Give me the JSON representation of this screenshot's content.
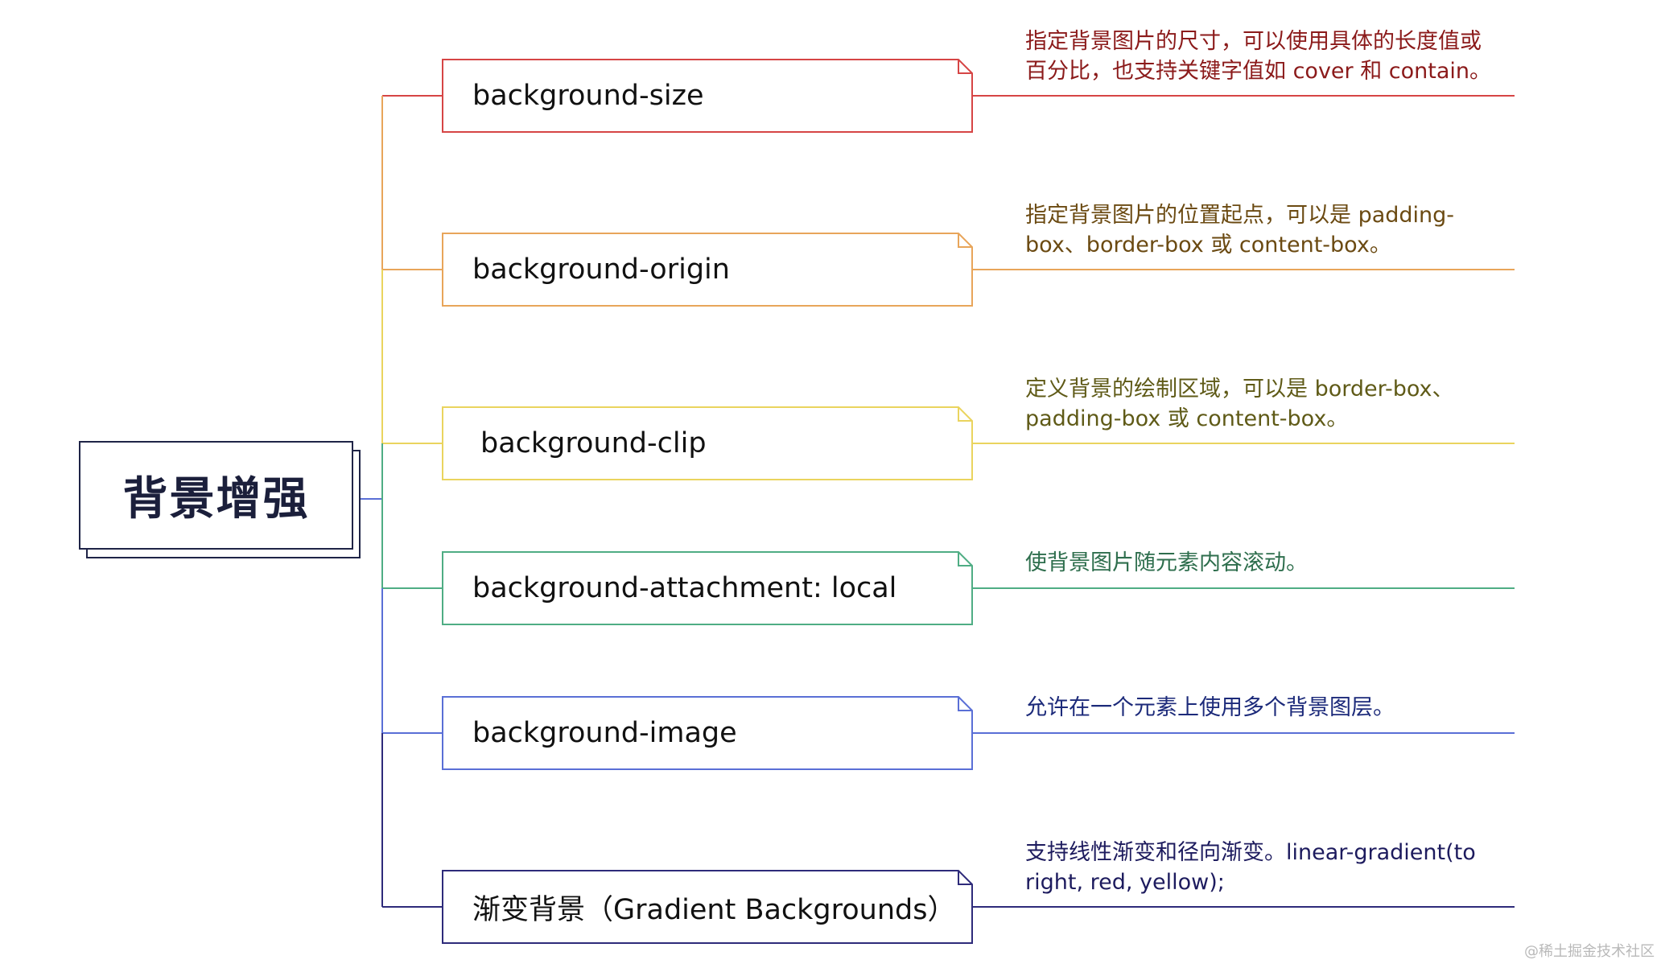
{
  "root": {
    "title": "背景增强"
  },
  "colors": {
    "root_border": "#1f2447",
    "branches": [
      "#d64545",
      "#e8a55a",
      "#ead45e",
      "#4fad84",
      "#5a6fd6",
      "#2e2b7a"
    ],
    "desc_text": [
      "#8b1a1a",
      "#6b4a12",
      "#5f5a17",
      "#2e6e4d",
      "#1c2a7a",
      "#1d1b5e"
    ]
  },
  "branches": [
    {
      "label": "background-size",
      "desc": [
        "指定背景图片的尺寸，可以使用具体的长度值或",
        "百分比，也支持关键字值如 cover 和 contain。"
      ]
    },
    {
      "label": "background-origin",
      "desc": [
        "指定背景图片的位置起点，可以是 padding-",
        "box、border-box 或 content-box。"
      ]
    },
    {
      "label": "background-clip",
      "desc": [
        " 定义背景的绘制区域，可以是 border-box、",
        "padding-box 或 content-box。"
      ]
    },
    {
      "label": "background-attachment: local",
      "desc": [
        "使背景图片随元素内容滚动。"
      ]
    },
    {
      "label": "background-image",
      "desc": [
        " 允许在一个元素上使用多个背景图层。"
      ]
    },
    {
      "label": "渐变背景（Gradient Backgrounds）",
      "desc": [
        " 支持线性渐变和径向渐变。linear-gradient(to",
        "right, red, yellow);"
      ]
    }
  ],
  "watermark": "@稀土掘金技术社区"
}
